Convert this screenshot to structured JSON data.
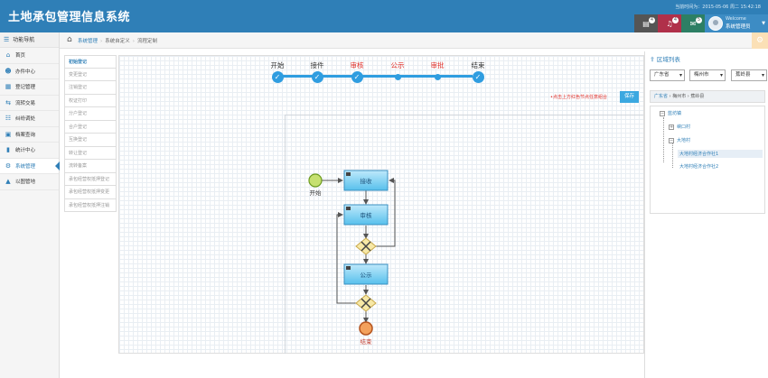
{
  "header": {
    "title": "土地承包管理信息系统",
    "time": "当前时间为：2015-05-06 周二 15:42:18",
    "msg_count": "4",
    "bell_count": "4",
    "mail_count": "5",
    "user_welcome": "Welcome",
    "user_name": "系统管理员"
  },
  "sidebar": {
    "title": "功能导航",
    "items": [
      {
        "label": "首页",
        "icon": "home-icon"
      },
      {
        "label": "办件中心",
        "icon": "users-icon"
      },
      {
        "label": "登记管理",
        "icon": "book-icon"
      },
      {
        "label": "流转交易",
        "icon": "exchange-icon"
      },
      {
        "label": "纠纷调处",
        "icon": "dispute-icon"
      },
      {
        "label": "档案查询",
        "icon": "archive-icon"
      },
      {
        "label": "统计中心",
        "icon": "chart-icon"
      },
      {
        "label": "系统管理",
        "icon": "gear-icon"
      },
      {
        "label": "以图管地",
        "icon": "map-icon"
      }
    ],
    "active_index": 7
  },
  "breadcrumb": {
    "items": [
      "系统管理",
      "系统自定义",
      "流程定制"
    ]
  },
  "submenu": {
    "items": [
      "初始登记",
      "变更登记",
      "注销登记",
      "权证打印",
      "分户登记",
      "合户登记",
      "互换登记",
      "转让登记",
      "流转备案",
      "承包经营权抵押登记",
      "承包经营权抵押变更",
      "承包经营权抵押注销"
    ]
  },
  "steps": [
    {
      "label": "开始",
      "done": true,
      "red": false
    },
    {
      "label": "接件",
      "done": true,
      "red": false
    },
    {
      "label": "审核",
      "done": true,
      "red": true
    },
    {
      "label": "公示",
      "done": false,
      "red": true
    },
    {
      "label": "审批",
      "done": false,
      "red": true
    },
    {
      "label": "结束",
      "done": true,
      "red": false
    }
  ],
  "hint": "•点击上方红色节点任意组合",
  "save_label": "保存",
  "flow": {
    "start_label": "开始",
    "end_label": "结束",
    "tasks": [
      "接收",
      "审核",
      "公示"
    ]
  },
  "region": {
    "title": "区域列表",
    "province": "广东省",
    "city": "梅州市",
    "county": "蕉岭县",
    "crumb_province": "广东省",
    "crumb_city": "梅州市",
    "crumb_county": "蕉岭县",
    "tree": {
      "root": "蓝坊镇",
      "child1": "峡口村",
      "child2": "大地村",
      "leaf1": "大地村经济合作社1",
      "leaf2": "大地村经济合作社2"
    }
  },
  "colors": {
    "header_bg": "#2f7fb7",
    "accent": "#2f9de0",
    "red": "#e0302a"
  }
}
